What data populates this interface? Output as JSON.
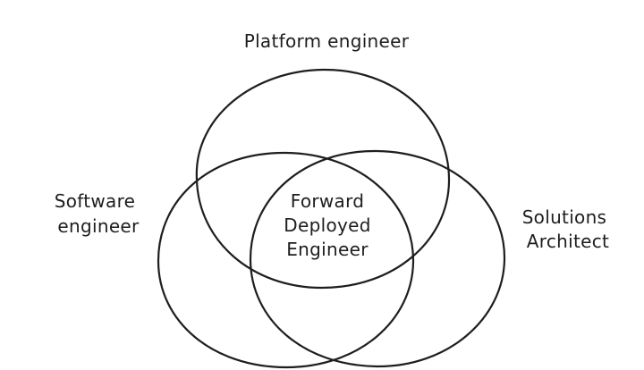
{
  "diagram": {
    "type": "venn",
    "sets": [
      {
        "id": "platform",
        "label": "Platform engineer"
      },
      {
        "id": "software",
        "label_lines": [
          "Software",
          "engineer"
        ]
      },
      {
        "id": "solutions",
        "label_lines": [
          "Solutions",
          "Architect"
        ]
      }
    ],
    "intersection": {
      "label_lines": [
        "Forward",
        "Deployed",
        "Engineer"
      ]
    },
    "stroke_color": "#1e1e1e",
    "background_color": "#ffffff"
  }
}
